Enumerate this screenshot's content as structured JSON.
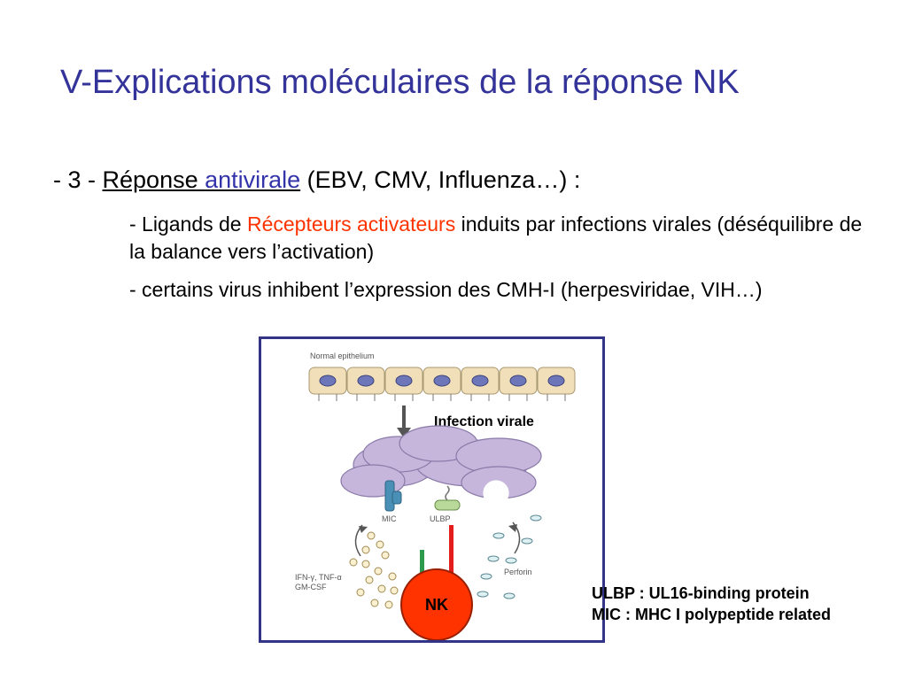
{
  "title": "V-Explications moléculaires de la réponse NK",
  "bullet1": {
    "prefix": "- 3 - ",
    "word1": "Réponse ",
    "word2": "antivirale",
    "suffix": " (EBV, CMV, Influenza…) :"
  },
  "sub1": {
    "part1": "- Ligands de ",
    "highlight": "Récepteurs activateurs",
    "part2": " induits par infections virales (déséquilibre de la balance vers l’activation)"
  },
  "sub2": {
    "text": "- certains virus inhibent l’expression des CMH-I (herpesviridae, VIH…)"
  },
  "figure": {
    "normal_epithelium": "Normal epithelium",
    "infection_label": "Infection virale",
    "mic_label": "MIC",
    "ulbp_label": "ULBP",
    "cytokines_line1": "IFN-γ, TNF-α",
    "cytokines_line2": "GM-CSF",
    "perforin_label": "Perforin",
    "nk_label": "NK"
  },
  "legend": {
    "line1": "ULBP : UL16-binding protein",
    "line2": "MIC : MHC I polypeptide related"
  },
  "colors": {
    "title": "#333399",
    "antivirale": "#3333aa",
    "highlight": "#ff3300",
    "nk_cell": "#ff3300",
    "frame": "#333388"
  }
}
